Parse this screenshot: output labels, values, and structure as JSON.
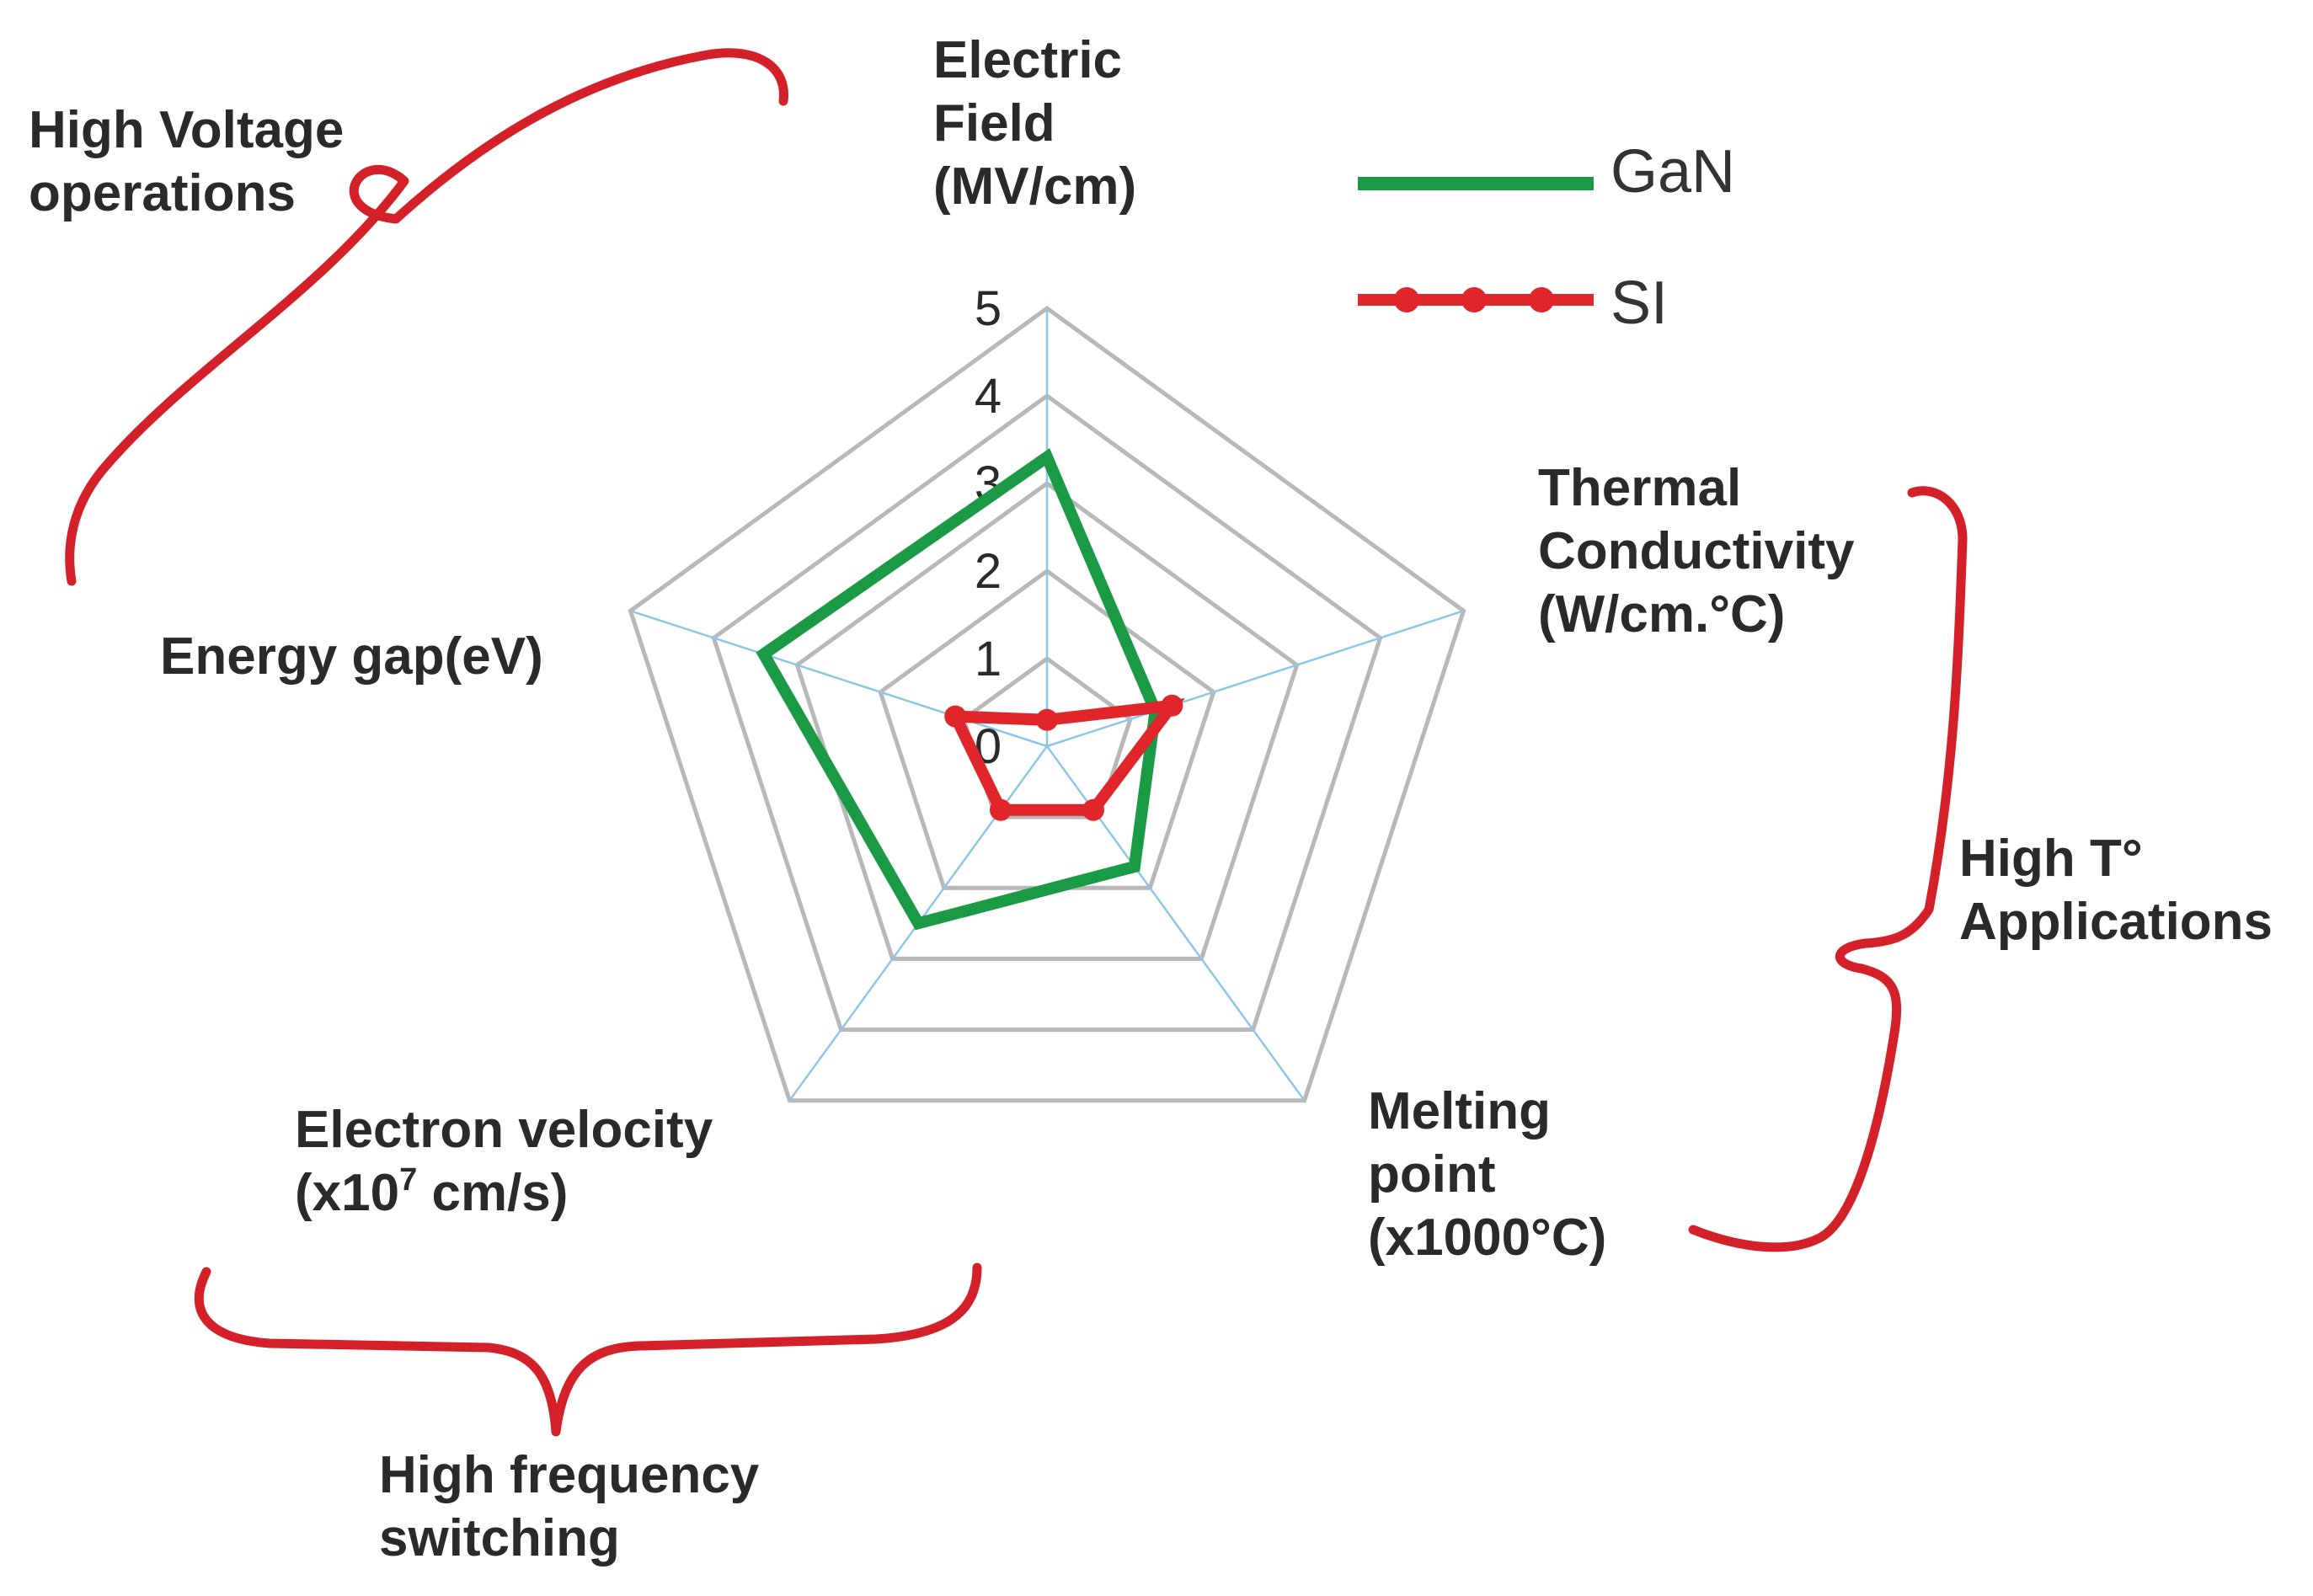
{
  "chart_data": {
    "type": "radar",
    "axes": [
      {
        "key": "electric_field",
        "lines": [
          "Electric",
          "Field",
          "(MV/cm)"
        ]
      },
      {
        "key": "thermal_conductivity",
        "lines": [
          "Thermal",
          "Conductivity",
          "(W/cm.°C)"
        ]
      },
      {
        "key": "melting_point",
        "lines": [
          "Melting",
          "point",
          "(x1000°C)"
        ]
      },
      {
        "key": "electron_velocity",
        "lines": [
          "Electron velocity",
          "(x10",
          "7",
          " cm/s)"
        ]
      },
      {
        "key": "energy_gap",
        "lines": [
          "Energy gap(eV)"
        ]
      }
    ],
    "scale": {
      "min": 0,
      "max": 5,
      "step": 1
    },
    "ticks": [
      "0",
      "1",
      "2",
      "3",
      "4",
      "5"
    ],
    "series": [
      {
        "name": "GaN",
        "values": [
          3.3,
          1.3,
          1.7,
          2.5,
          3.4
        ],
        "color": "#1a9a45",
        "marker": "none"
      },
      {
        "name": "SI",
        "values": [
          0.3,
          1.5,
          0.9,
          0.9,
          1.1
        ],
        "color": "#e0262a",
        "marker": "circle"
      }
    ],
    "grid": true,
    "legend": "top-right",
    "annotations": [
      {
        "key": "high_voltage",
        "lines": [
          "High Voltage",
          "operations"
        ]
      },
      {
        "key": "high_t",
        "lines": [
          "High T°",
          "Applications"
        ]
      },
      {
        "key": "high_freq",
        "lines": [
          "High frequency",
          "switching"
        ]
      }
    ]
  },
  "colors": {
    "grid": "#b8b8b8",
    "spoke": "#8cc6e8",
    "brace": "#d42028"
  }
}
